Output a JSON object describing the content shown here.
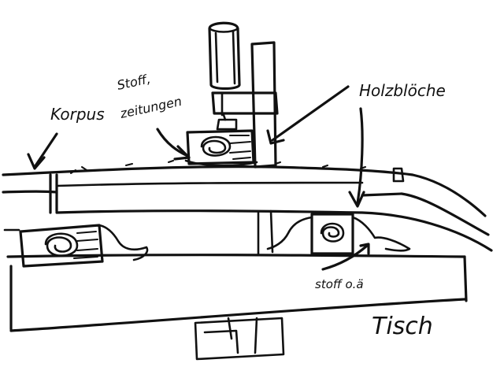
{
  "labels": {
    "korpus": "Korpus",
    "stoff_1": "Stoff,",
    "stoff_2": "zeitungen",
    "holzbloecke": "Holzblöche",
    "stoff_oae": "stoff o.ä",
    "tisch": "Tisch"
  }
}
